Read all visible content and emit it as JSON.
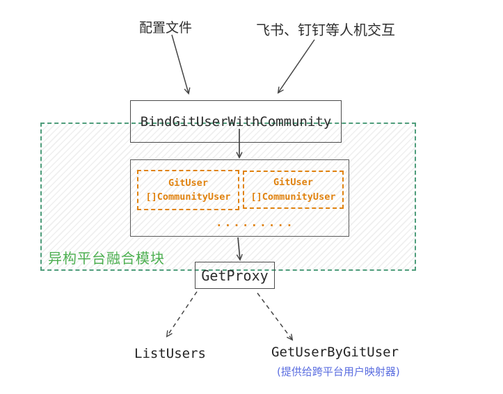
{
  "diagram": {
    "top_labels": {
      "config_file": "配置文件",
      "im_interaction": "飞书、钉钉等人机交互"
    },
    "region": {
      "label": "异构平台融合模块"
    },
    "bind_box": {
      "label": "BindGitUserWithCommunity"
    },
    "mapping_container": {
      "pairs": [
        {
          "line1": "GitUser",
          "line2": "[]CommunityUser"
        },
        {
          "line1": "GitUser",
          "line2": "[]CommunityUser"
        }
      ],
      "ellipsis": "........."
    },
    "get_proxy": {
      "label": "GetProxy"
    },
    "outputs": {
      "list_users": "ListUsers",
      "get_user_by_git_user": "GetUserByGitUser",
      "note": "(提供给跨平台用户映射器)"
    },
    "colors": {
      "region_border": "#4e9d7b",
      "region_label_green": "#4caf50",
      "mapping_orange": "#e0820f",
      "note_blue": "#5b6ee0",
      "box_border": "#4a4a4a"
    }
  }
}
